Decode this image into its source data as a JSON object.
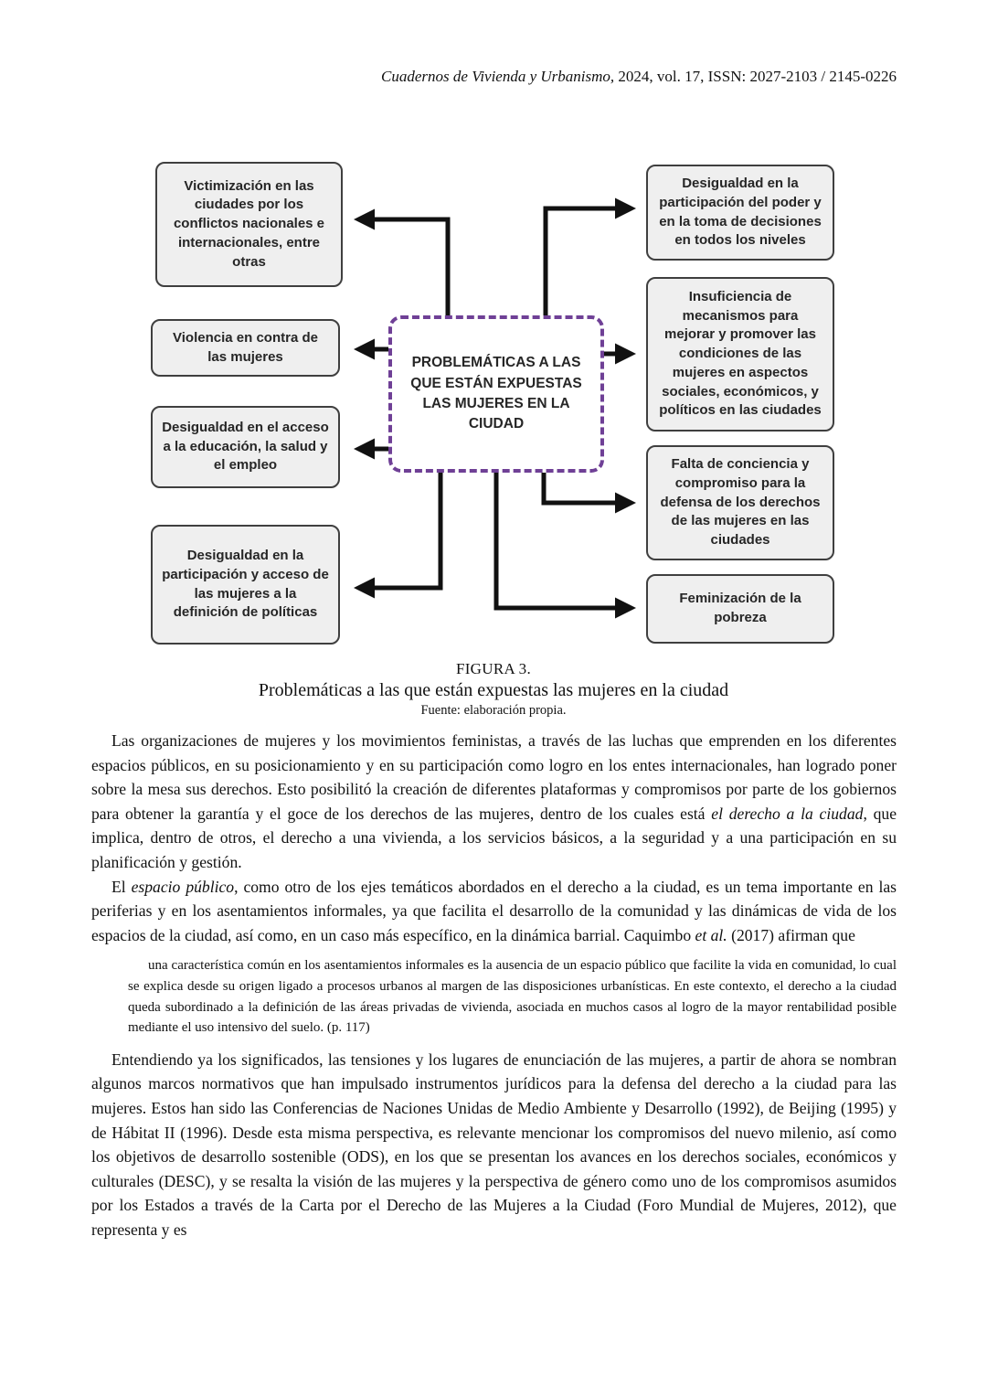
{
  "header": {
    "journal_italic": "Cuadernos de Vivienda y Urbanismo,",
    "journal_rest": " 2024, vol. 17, ISSN: 2027-2103 / 2145-0226"
  },
  "diagram": {
    "center_label": "PROBLEMÁTICAS A LAS QUE ESTÁN EXPUESTAS LAS MUJERES EN LA CIUDAD",
    "left_boxes": [
      "Victimización en las ciudades por los conflictos nacionales e internacionales, entre otras",
      "Violencia en contra de las mujeres",
      "Desigualdad en el acceso a la educación, la salud y el empleo",
      "Desigualdad en la participación y acceso de las mujeres a la definición de políticas"
    ],
    "right_boxes": [
      "Desigualdad en la participación del poder y en la toma de decisiones en todos los niveles",
      "Insuficiencia de mecanismos para mejorar y promover las condiciones de las mujeres en aspectos sociales, económicos, y políticos en las ciudades",
      "Falta de conciencia y compromiso para la defensa de los derechos de las mujeres en las ciudades",
      "Feminización de la pobreza"
    ],
    "colors": {
      "center_border_purple": "#6f4096",
      "box_fill": "#efefef",
      "box_border": "#3f3f3f",
      "arrow": "#111111"
    }
  },
  "caption": {
    "label": "FIGURA 3.",
    "title": "Problemáticas a las que están expuestas las mujeres en la ciudad",
    "source": "Fuente: elaboración propia."
  },
  "body": {
    "p1": {
      "s1": "Las organizaciones de mujeres y los movimientos feministas, a través de las luchas que emprenden en los diferentes espacios públicos, en su posicionamiento y en su participación como logro en los entes internacionales, han logrado poner sobre la mesa sus derechos. Esto posibilitó la creación de diferentes plataformas y compromisos por parte de los gobiernos para obtener la garantía y el goce de los derechos de las mujeres, dentro de los cuales está ",
      "i1": "el derecho a la ciudad",
      "s2": ", que implica, dentro de otros, el derecho a una vivienda, a los servicios básicos, a la seguridad y a una participación en su planificación y gestión."
    },
    "p2": {
      "s1": "El ",
      "i1": "espacio público",
      "s2": ", como otro de los ejes temáticos abordados en el derecho a la ciudad, es un tema importante en las periferias y en los asentamientos informales, ya que facilita el desarrollo de la comunidad y las dinámicas de vida de los espacios de la ciudad, así como, en un caso más específico, en la dinámica barrial. Caquimbo ",
      "i2": "et al.",
      "s3": " (2017) afirman que"
    },
    "quote": "una característica común en los asentamientos informales es la ausencia de un espacio público que facilite la vida en comunidad, lo cual se explica desde su origen ligado a procesos urbanos al margen de las disposiciones urbanísticas. En este contexto, el derecho a la ciudad queda subordinado a la definición de las áreas privadas de vivienda, asociada en muchos casos al logro de la mayor rentabilidad posible mediante el uso intensivo del suelo. (p. 117)",
    "p3": "Entendiendo ya los significados, las tensiones y los lugares de enunciación de las mujeres, a partir de ahora se nombran algunos marcos normativos que han impulsado instrumentos jurídicos para la defensa del derecho a la ciudad para las mujeres. Estos han sido las Conferencias de Naciones Unidas de Medio Ambiente y Desarrollo (1992), de Beijing (1995) y de Hábitat II (1996). Desde esta misma perspectiva, es relevante mencionar los compromisos del nuevo milenio, así como los objetivos de desarrollo sostenible (ODS), en los que se presentan los avances en los derechos sociales, económicos y culturales (DESC), y se resalta la visión de las mujeres y la perspectiva de género como uno de los compromisos asumidos por los Estados a través de la Carta por el Derecho de las Mujeres a la Ciudad (Foro Mundial de Mujeres, 2012), que representa y es"
  }
}
